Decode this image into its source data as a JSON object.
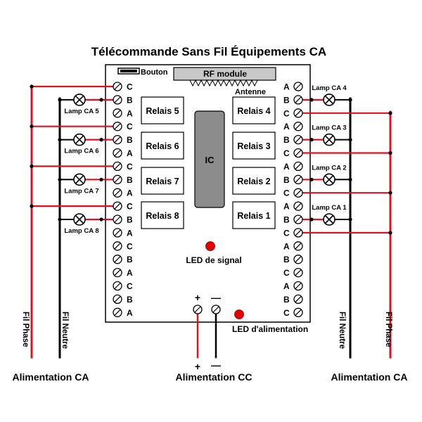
{
  "title": "Télécommande Sans Fil Équipements CA",
  "button_label": "Bouton",
  "rf_module": "RF module",
  "antenna": "Antenne",
  "ic": "IC",
  "relays": [
    "Relais 5",
    "Relais 4",
    "Relais 6",
    "Relais 3",
    "Relais 7",
    "Relais 2",
    "Relais 8",
    "Relais 1"
  ],
  "terminals_left": [
    "C",
    "B",
    "A",
    "C",
    "B",
    "A",
    "C",
    "B",
    "A",
    "C",
    "B",
    "A",
    "C",
    "B",
    "A",
    "C",
    "B",
    "A"
  ],
  "terminals_right": [
    "A",
    "B",
    "C",
    "A",
    "B",
    "C",
    "A",
    "B",
    "C",
    "A",
    "B",
    "C",
    "A",
    "B",
    "C",
    "A",
    "B",
    "C"
  ],
  "lamps_left": [
    "Lamp CA 5",
    "Lamp CA 6",
    "Lamp CA 7",
    "Lamp CA 8"
  ],
  "lamps_right": [
    "Lamp CA 4",
    "Lamp CA 3",
    "Lamp CA 2",
    "Lamp CA 1"
  ],
  "signal_led": "LED de signal",
  "power_led": "LED d'alimentation",
  "dc_plus": "+",
  "dc_minus": "—",
  "wire_phase": "Fil Phase",
  "wire_neutral": "Fil Neutre",
  "ac_supply": "Alimentation CA",
  "dc_supply": "Alimentation CC",
  "colors": {
    "phase": "#e01020",
    "neutral": "#000000",
    "led": "#e00000",
    "ic": "#8c8c8c",
    "rf": "#c8c8c8"
  }
}
